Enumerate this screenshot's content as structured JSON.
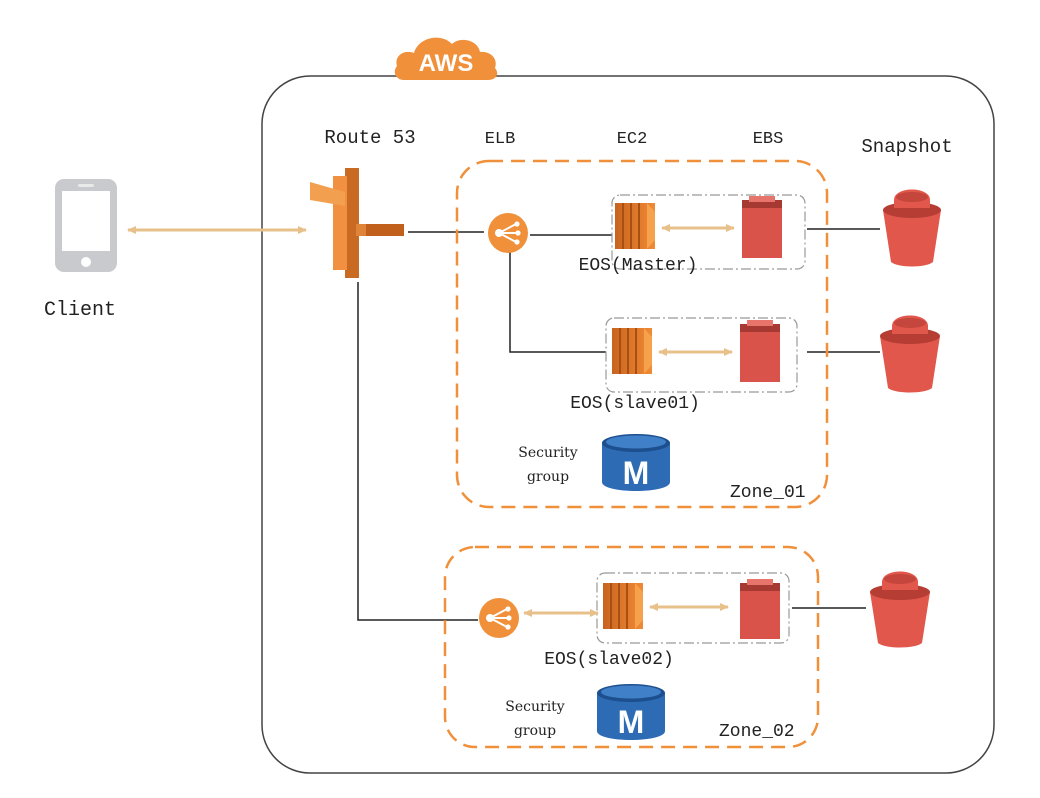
{
  "cloud_label": "AWS",
  "client_label": "Client",
  "columns": {
    "route53": "Route 53",
    "elb": "ELB",
    "ec2": "EC2",
    "ebs": "EBS",
    "snapshot": "Snapshot"
  },
  "zones": [
    {
      "name": "Zone_01",
      "security_group_line1": "Security",
      "security_group_line2": "group",
      "instances": [
        "EOS(Master)",
        "EOS(slave01)"
      ]
    },
    {
      "name": "Zone_02",
      "security_group_line1": "Security",
      "security_group_line2": "group",
      "instances": [
        "EOS(slave02)"
      ]
    }
  ],
  "colors": {
    "aws_orange": "#f0903a",
    "route53_orange": "#e07b2e",
    "ebs_red": "#d9534a",
    "snapshot_red": "#e2574c",
    "security_group_blue": "#2d6bb5",
    "arrow_tan": "#e8c08a"
  }
}
